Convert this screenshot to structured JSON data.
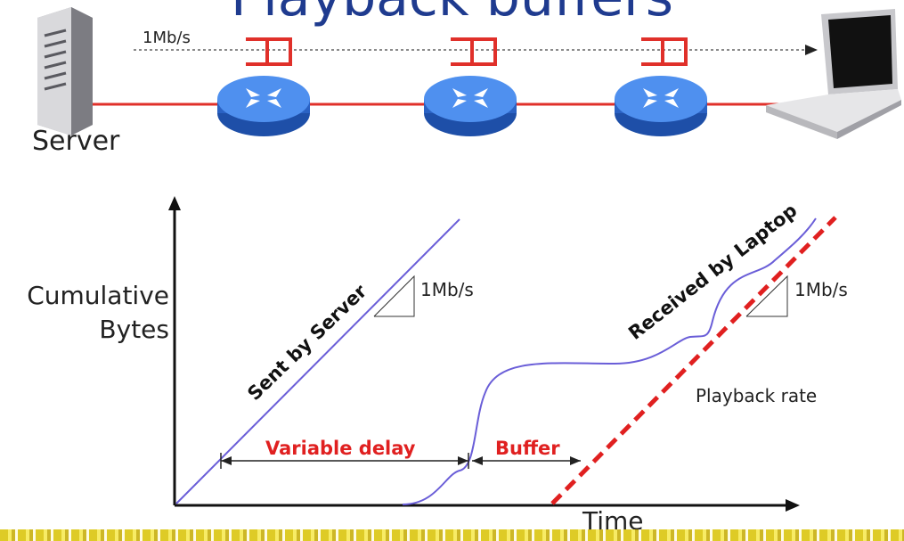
{
  "slide": {
    "title": "Playback buffers"
  },
  "network": {
    "server_label": "Server",
    "link_rate": "1Mb/s",
    "colors": {
      "link": "#e0302a",
      "router": "#2f6fd8",
      "buffer": "#e0302a"
    }
  },
  "graph": {
    "y_axis_label_line1": "Cumulative",
    "y_axis_label_line2": "Bytes",
    "x_axis_label": "Time",
    "sent_curve_label": "Sent by Server",
    "received_curve_label": "Received by Laptop",
    "slope_label_server": "1Mb/s",
    "slope_label_playback": "1Mb/s",
    "playback_label": "Playback rate",
    "variable_delay_label": "Variable delay",
    "buffer_label": "Buffer",
    "colors": {
      "curve": "#6a5ed8",
      "playback": "#e02020",
      "annotation": "#e02020"
    }
  }
}
